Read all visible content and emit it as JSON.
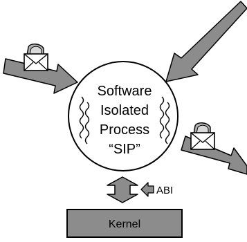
{
  "process": {
    "line1": "Software",
    "line2": "Isolated",
    "line3": "Process",
    "line4": "“SIP”"
  },
  "abi_label": "ABI",
  "kernel_label": "Kernel",
  "colors": {
    "arrow_fill": "#8c8c8c",
    "kernel_fill": "#8c8c8c",
    "outline": "#000000",
    "envelope_fill": "#ffffff",
    "envelope_back": "#b0b0b0"
  },
  "icons": [
    "envelope-icon",
    "envelope-icon"
  ]
}
